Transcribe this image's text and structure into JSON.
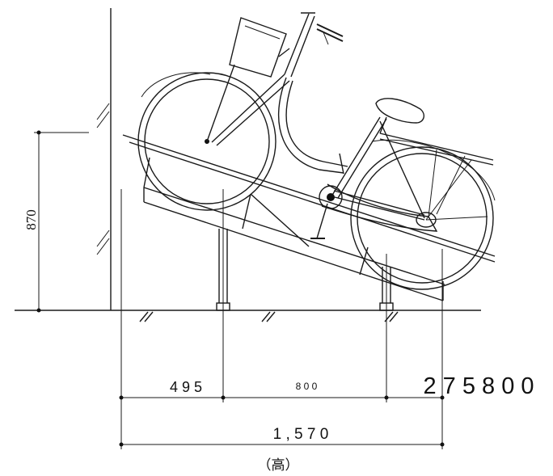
{
  "dimensions": {
    "height_mark": "870",
    "seg1": "4 9 5",
    "seg2": "8 0 0",
    "seg3": "2 7 5 8 0 0",
    "total": "1 , 5 7 0",
    "caption": "（高）"
  },
  "colors": {
    "line": "#1a1a1a",
    "background": "#ffffff"
  }
}
